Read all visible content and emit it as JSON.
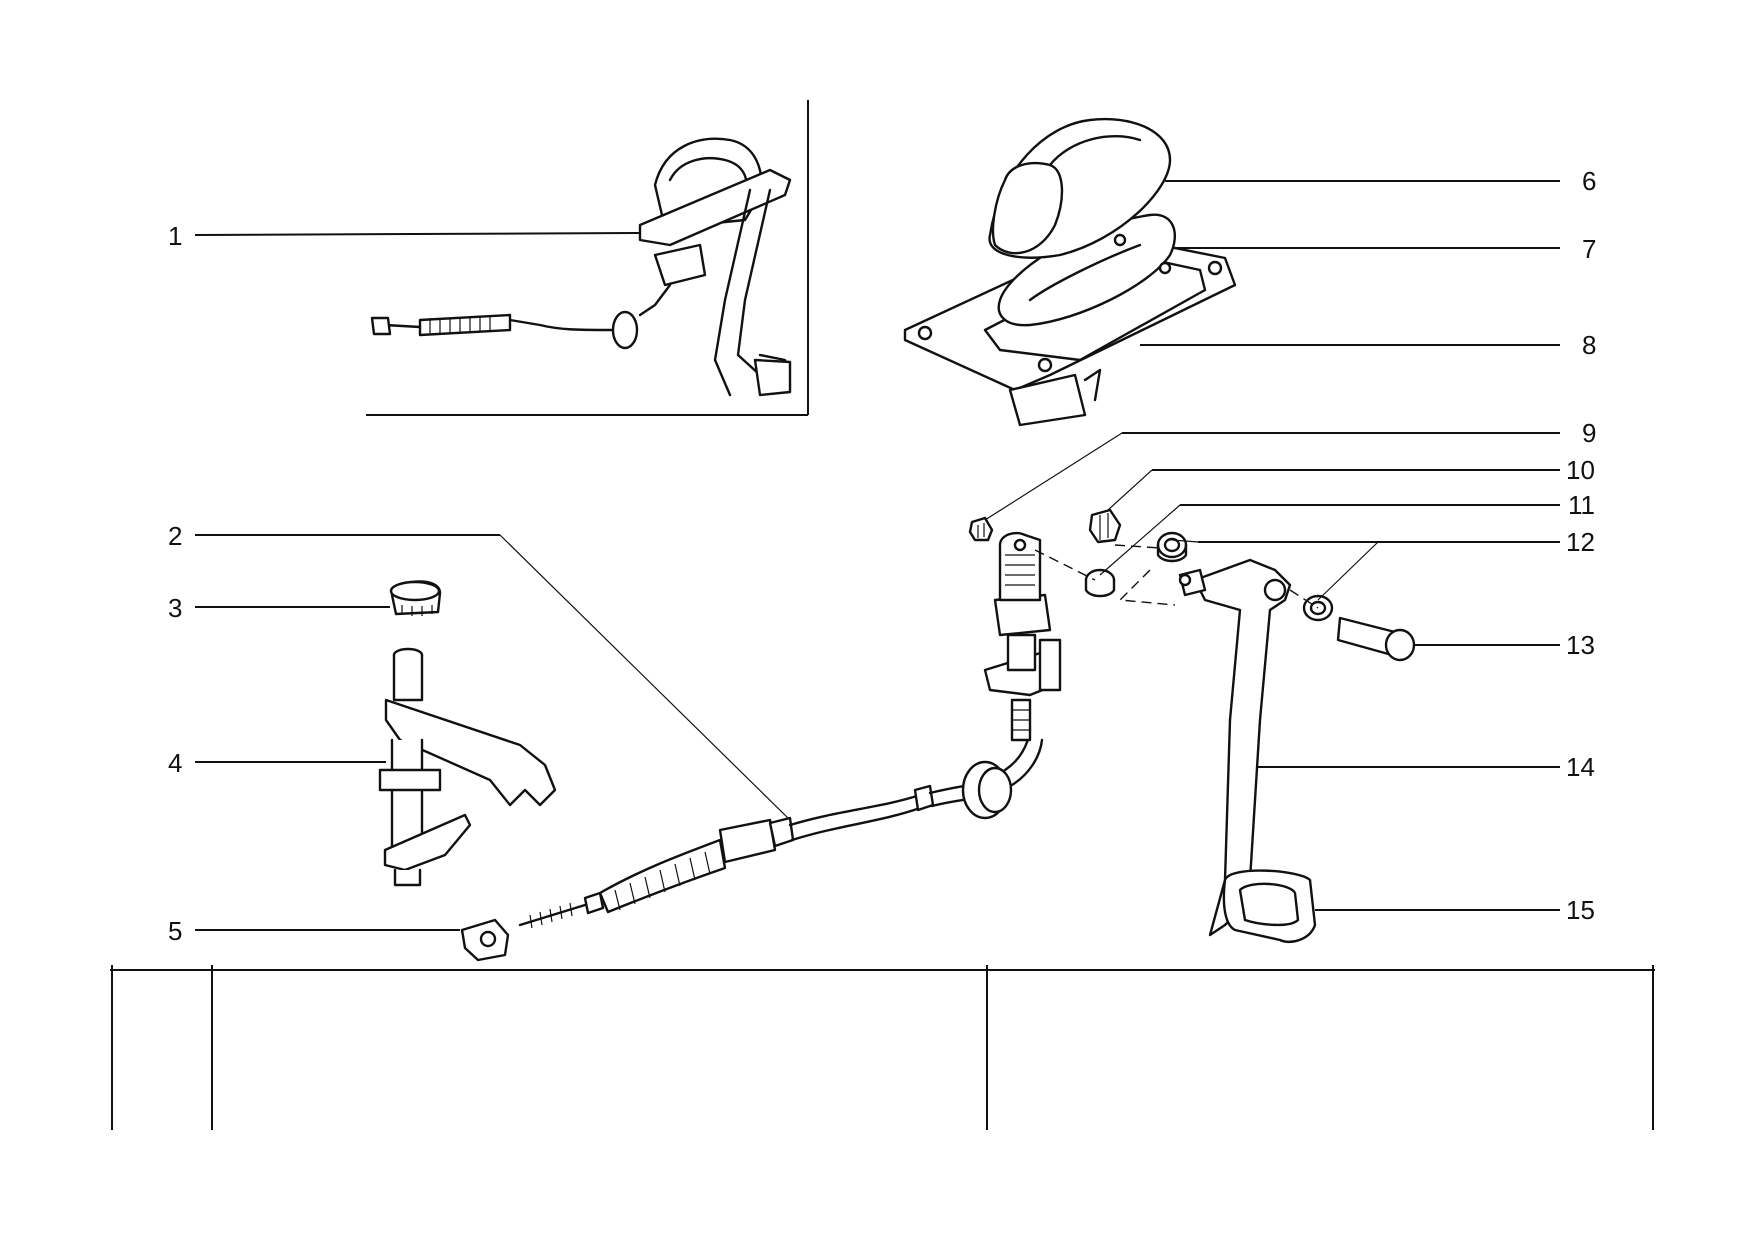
{
  "diagram": {
    "callouts": [
      {
        "id": "1",
        "label": "1"
      },
      {
        "id": "2",
        "label": "2"
      },
      {
        "id": "3",
        "label": "3"
      },
      {
        "id": "4",
        "label": "4"
      },
      {
        "id": "5",
        "label": "5"
      },
      {
        "id": "6",
        "label": "6"
      },
      {
        "id": "7",
        "label": "7"
      },
      {
        "id": "8",
        "label": "8"
      },
      {
        "id": "9",
        "label": "9"
      },
      {
        "id": "10",
        "label": "10"
      },
      {
        "id": "11",
        "label": "11"
      },
      {
        "id": "12",
        "label": "12"
      },
      {
        "id": "13",
        "label": "13"
      },
      {
        "id": "14",
        "label": "14"
      },
      {
        "id": "15",
        "label": "15"
      }
    ]
  },
  "title_block": {
    "cells": [
      "",
      "",
      ""
    ]
  }
}
